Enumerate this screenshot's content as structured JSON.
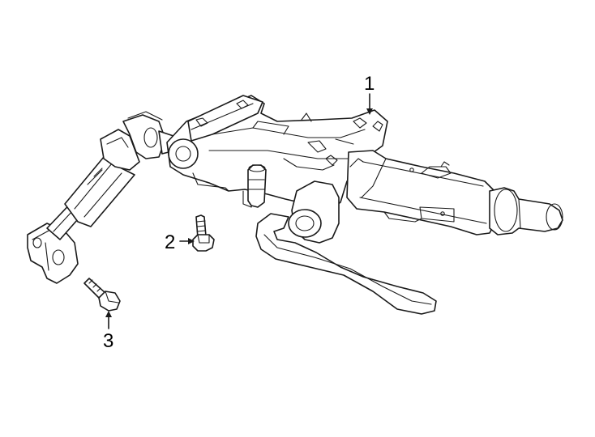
{
  "diagram": {
    "background": "#ffffff",
    "line_color": "#1a1a1a",
    "callouts": [
      {
        "id": "callout-1",
        "label": "1"
      },
      {
        "id": "callout-2",
        "label": "2"
      },
      {
        "id": "callout-3",
        "label": "3"
      }
    ]
  }
}
